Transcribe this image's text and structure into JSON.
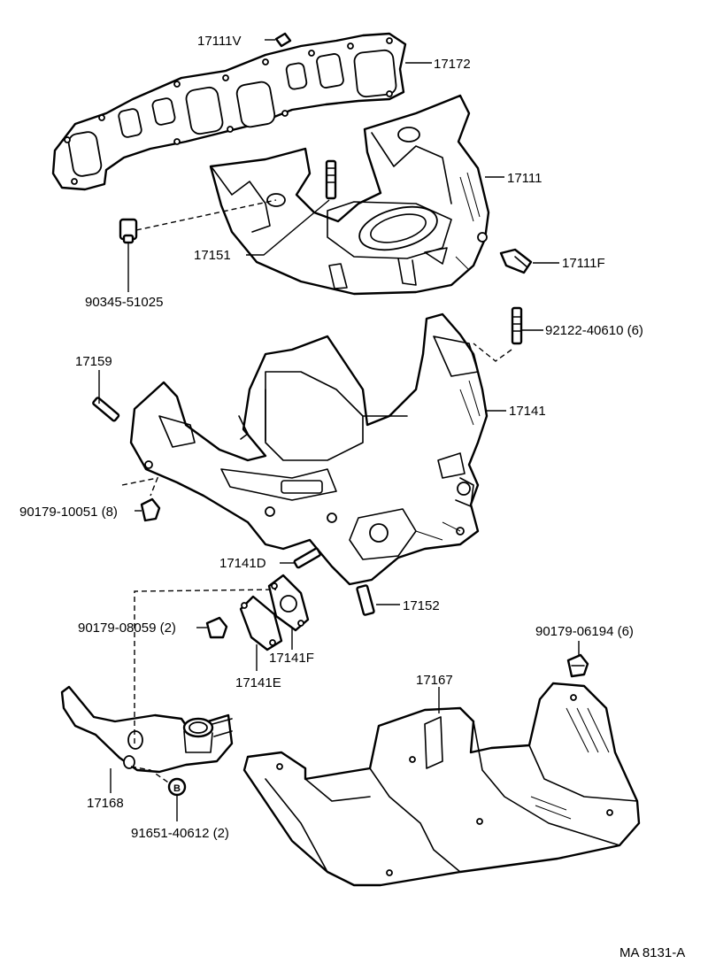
{
  "diagram": {
    "ref_code": "MA 8131-A",
    "parts": {
      "p17111v": "17111V",
      "p17172": "17172",
      "p17111": "17111",
      "p17151": "17151",
      "p17111f": "17111F",
      "p90345": "90345-51025",
      "p92122": "92122-40610 (6)",
      "p17159": "17159",
      "p17141": "17141",
      "p90179_10051": "90179-10051 (8)",
      "p17141d": "17141D",
      "p17152": "17152",
      "p90179_08059": "90179-08059 (2)",
      "p17141f": "17141F",
      "p17141e": "17141E",
      "p90179_06194": "90179-06194 (6)",
      "p17167": "17167",
      "p17168": "17168",
      "p91651": "91651-40612 (2)",
      "bolt_mark": "B"
    }
  }
}
